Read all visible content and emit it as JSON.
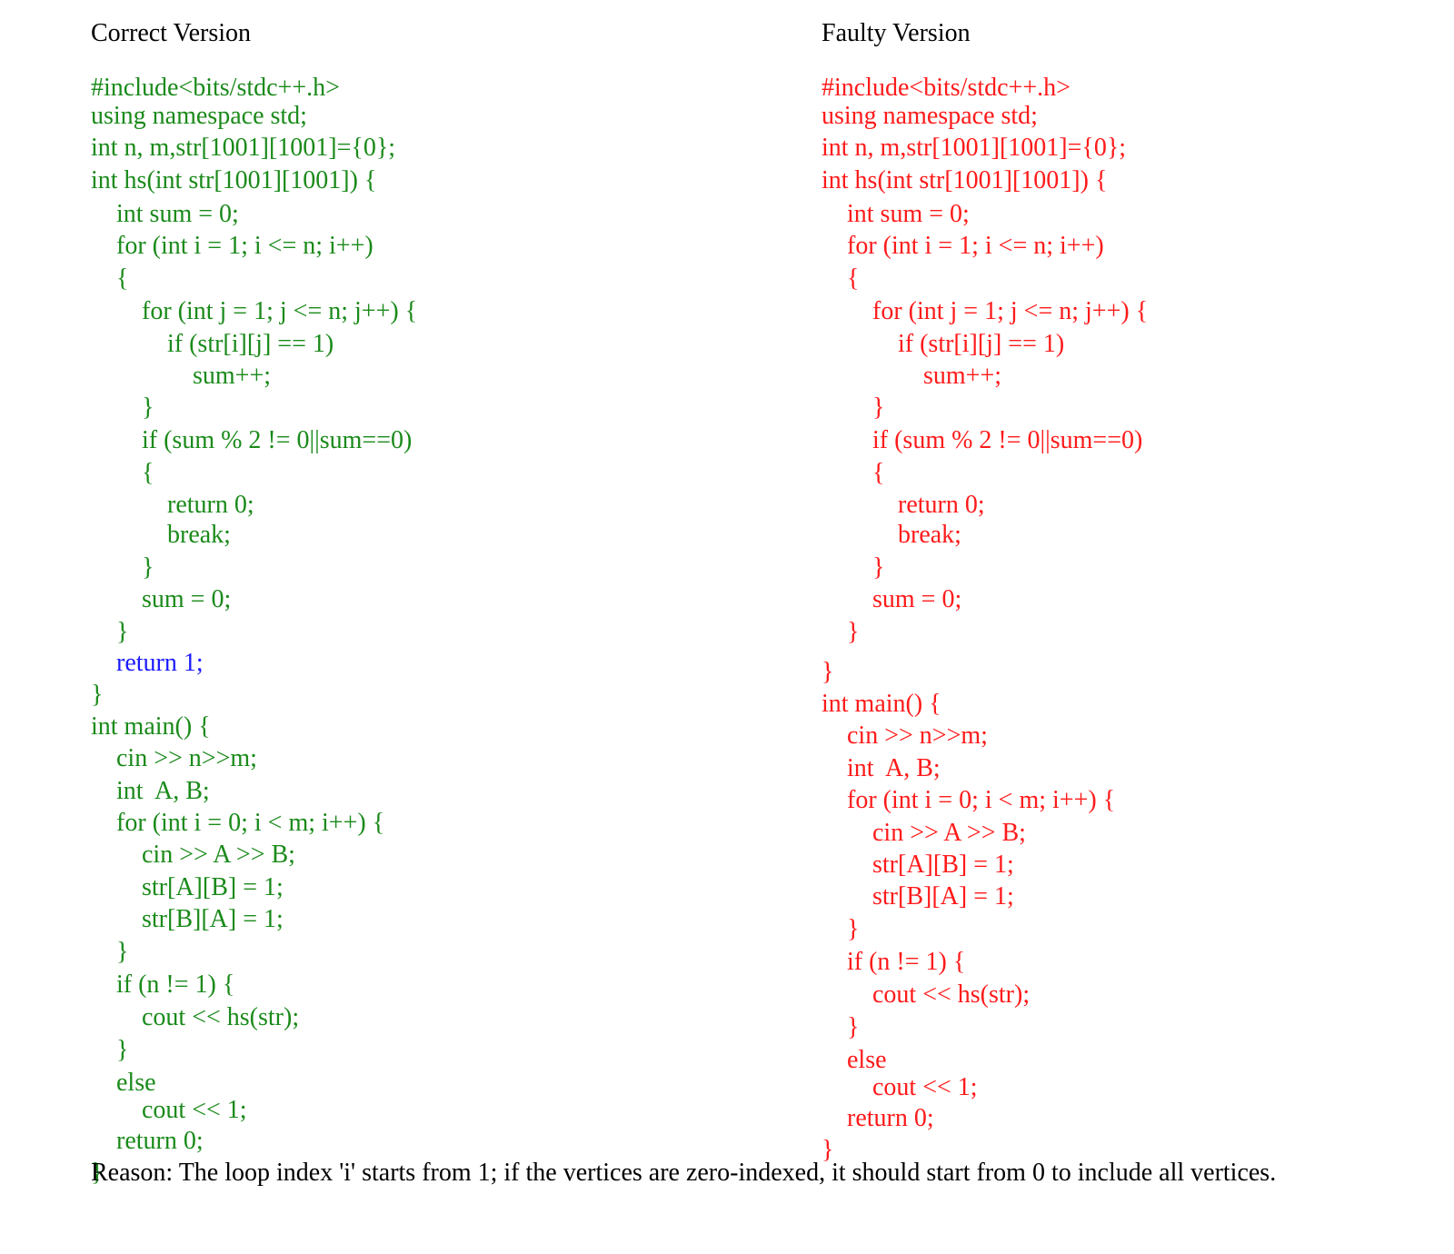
{
  "correct": {
    "title": "Correct Version",
    "color": "#1a8a1a",
    "highlight_color": "#1a1aff",
    "lines": [
      "#include<bits/stdc++.h>",
      "using namespace std;",
      "int n, m,str[1001][1001]={0};",
      "int hs(int str[1001][1001]) {",
      "    int sum = 0;",
      "    for (int i = 1; i <= n; i++)",
      "    {",
      "        for (int j = 1; j <= n; j++) {",
      "            if (str[i][j] == 1)",
      "                sum++;",
      "        }",
      "        if (sum % 2 != 0||sum==0)",
      "        {",
      "            return 0;",
      "            break;",
      "        }",
      "        sum = 0;",
      "    }",
      "    return 1;",
      "}",
      "int main() {",
      "    cin >> n>>m;",
      "    int  A, B;",
      "    for (int i = 0; i < m; i++) {",
      "        cin >> A >> B;",
      "        str[A][B] = 1;",
      "        str[B][A] = 1;",
      "    }",
      "    if (n != 1) {",
      "        cout << hs(str);",
      "    }",
      "    else",
      "        cout << 1;",
      "    return 0;",
      "}"
    ]
  },
  "faulty": {
    "title": "Faulty Version",
    "color": "#ff1a1a",
    "lines": [
      "#include<bits/stdc++.h>",
      "using namespace std;",
      "int n, m,str[1001][1001]={0};",
      "int hs(int str[1001][1001]) {",
      "    int sum = 0;",
      "    for (int i = 1; i <= n; i++)",
      "    {",
      "        for (int j = 1; j <= n; j++) {",
      "            if (str[i][j] == 1)",
      "                sum++;",
      "        }",
      "        if (sum % 2 != 0||sum==0)",
      "        {",
      "            return 0;",
      "            break;",
      "        }",
      "        sum = 0;",
      "    }",
      "}",
      "int main() {",
      "    cin >> n>>m;",
      "    int  A, B;",
      "    for (int i = 0; i < m; i++) {",
      "        cin >> A >> B;",
      "        str[A][B] = 1;",
      "        str[B][A] = 1;",
      "    }",
      "    if (n != 1) {",
      "        cout << hs(str);",
      "    }",
      "    else",
      "        cout << 1;",
      "    return 0;",
      "}"
    ]
  },
  "reason": "Reason: The loop index 'i' starts from 1; if the vertices are zero-indexed, it should start from 0 to include all vertices."
}
